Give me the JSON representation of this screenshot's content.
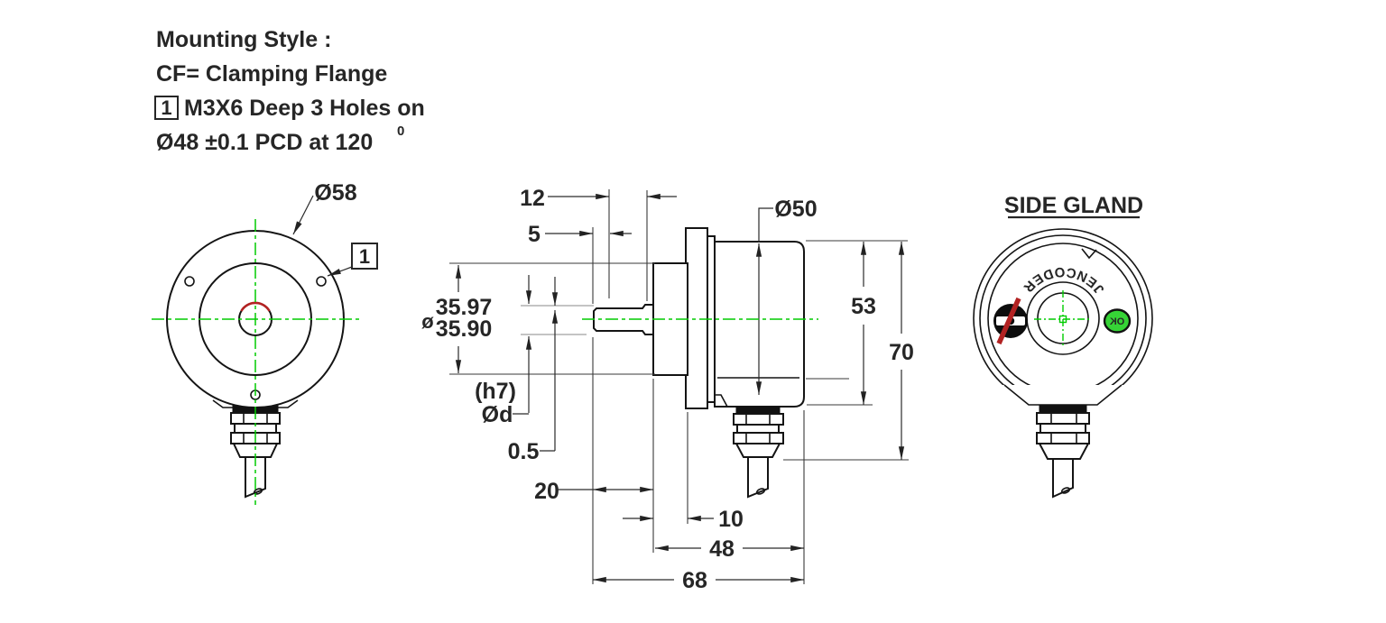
{
  "notes": {
    "line1": "Mounting Style :",
    "line2": "CF= Clamping Flange",
    "marker": "1",
    "line3": "M3X6 Deep 3 Holes on",
    "line4": "Ø48 ±0.1 PCD at 120",
    "line4_sup": "0"
  },
  "front_view": {
    "diameter_label": "Ø58",
    "callout": "1"
  },
  "side_view": {
    "dim_12": "12",
    "dim_5": "5",
    "dim_dia50": "Ø50",
    "dia_symbol": "ø",
    "dia_upper": "35.97",
    "dia_lower": "35.90",
    "fit_label": "(h7)",
    "dia_d_label": "Ød",
    "dim_half": "0.5",
    "dim_20": "20",
    "dim_10": "10",
    "dim_48": "48",
    "dim_68": "68",
    "dim_53": "53",
    "dim_70": "70"
  },
  "gland_view": {
    "title": "SIDE GLAND",
    "brand_text": "JENCODER",
    "ok_label": "OK"
  },
  "colors": {
    "centerline_green": "#00cc00",
    "accent_red": "#b22222",
    "ok_green": "#36d436"
  }
}
